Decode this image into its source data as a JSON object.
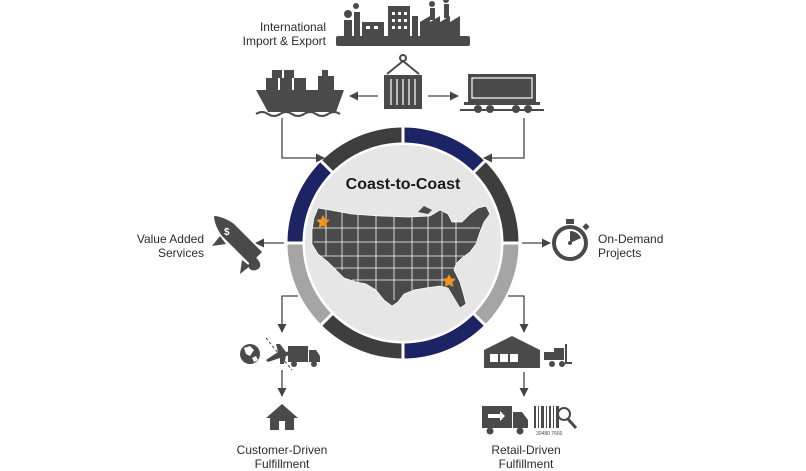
{
  "center_title": "Coast-to-Coast",
  "labels": {
    "import_export": [
      "International",
      "Import & Export"
    ],
    "value_added": [
      "Value Added",
      "Services"
    ],
    "on_demand": [
      "On-Demand",
      "Projects"
    ],
    "customer_driven": [
      "Customer-Driven",
      "Fulfillment"
    ],
    "retail_driven": [
      "Retail-Driven",
      "Fulfillment"
    ]
  },
  "barcode_text": "30480 7660",
  "colors": {
    "navy": "#1c2463",
    "dark": "#3e3e3e",
    "gray": "#a5a5a5",
    "map": "#4a4a4a",
    "star": "#f29424",
    "disc": "#e6e6e6"
  }
}
